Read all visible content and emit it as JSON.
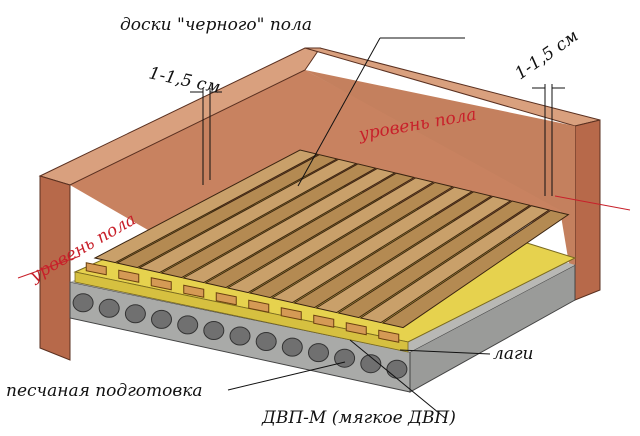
{
  "labels": {
    "boards": "доски \"черного\" пола",
    "gap_left": "1-1,5 см",
    "gap_right": "1-1,5 см",
    "level_right": "уровень пола",
    "level_left": "уровень пола",
    "joists": "лаги",
    "sand": "песчаная подготовка",
    "fiberboard": "ДВП-М (мягкое ДВП)"
  },
  "colors": {
    "brick_front": "#b7694a",
    "brick_top": "#d9a07e",
    "brick_inner": "#c88260",
    "slab": "#a9aaa8",
    "slab_hole": "#707070",
    "fiberboard": "#e6d24e",
    "board": "#b48a52",
    "board_light": "#c9a06a",
    "joist": "#d59a55",
    "level_line": "#c8202a"
  }
}
